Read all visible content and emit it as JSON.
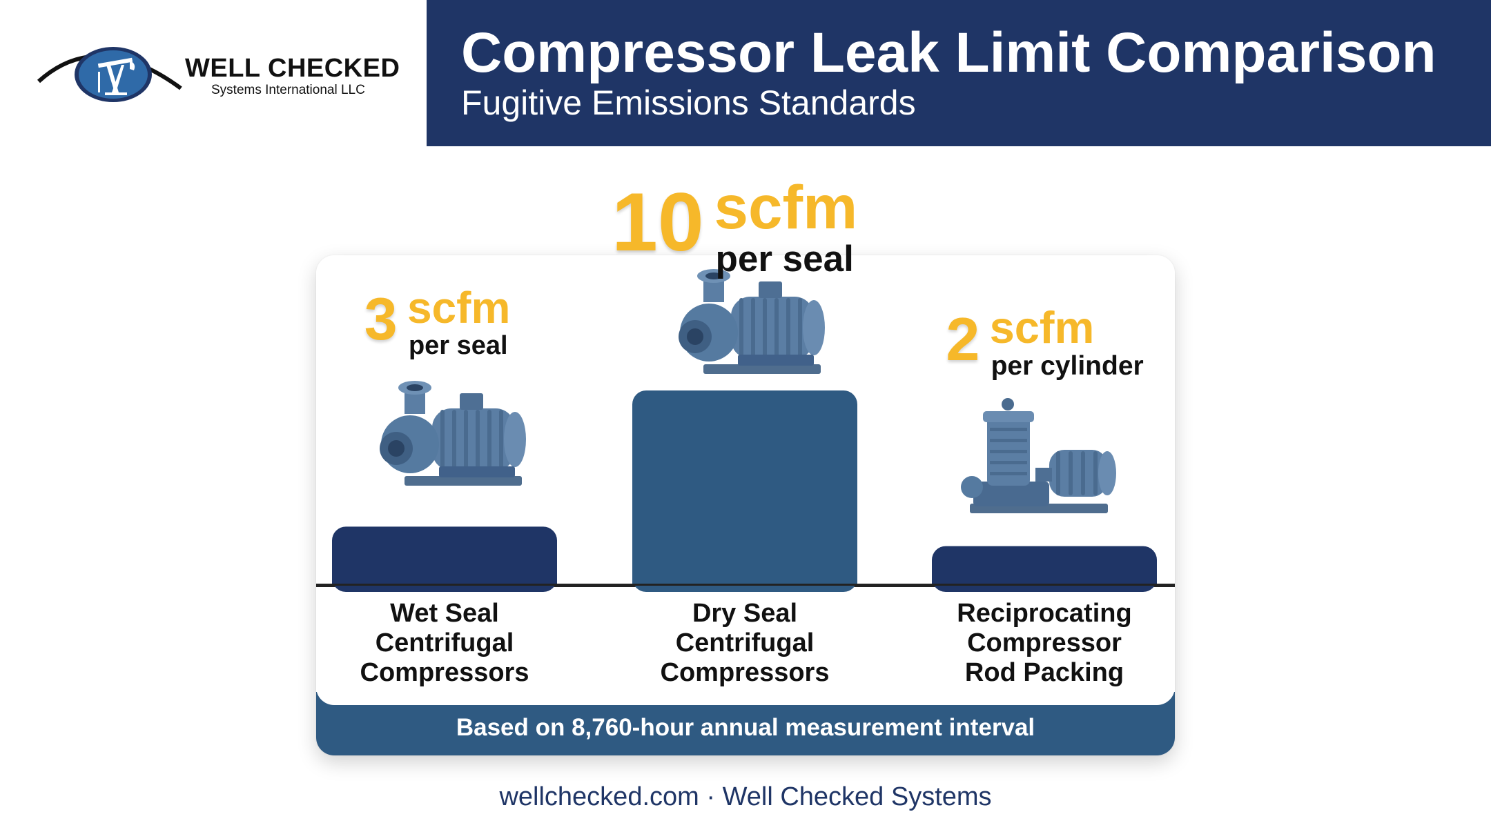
{
  "brand": {
    "name": "WELL CHECKED",
    "subtitle": "Systems International LLC"
  },
  "header": {
    "title": "Compressor Leak Limit Comparison",
    "subtitle": "Fugitive Emissions Standards"
  },
  "footnote": "Based on 8,760-hour annual measurement interval",
  "site_footer": "wellchecked.com · Well Checked Systems",
  "colors": {
    "navy": "#1f3566",
    "steel_blue": "#2f5a82",
    "gold": "#f6b82a"
  },
  "chart_data": {
    "type": "bar",
    "title": "Compressor Leak Limit Comparison",
    "subtitle": "Fugitive Emissions Standards",
    "categories": [
      "Wet Seal Centrifugal Compressors",
      "Dry Seal Centrifugal Compressors",
      "Reciprocating Compressor Rod Packing"
    ],
    "category_lines": [
      [
        "Wet Seal",
        "Centrifugal",
        "Compressors"
      ],
      [
        "Dry Seal",
        "Centrifugal",
        "Compressors"
      ],
      [
        "Reciprocating",
        "Compressor",
        "Rod Packing"
      ]
    ],
    "values": [
      3,
      10,
      2
    ],
    "value_labels": [
      "3",
      "10",
      "2"
    ],
    "units": [
      "scfm",
      "scfm",
      "scfm"
    ],
    "per": [
      "per seal",
      "per seal",
      "per cylinder"
    ],
    "bar_colors": [
      "#1f3566",
      "#2f5a82",
      "#1f3566"
    ],
    "icons": [
      "centrifugal-pump-icon",
      "centrifugal-pump-icon",
      "reciprocating-compressor-icon"
    ],
    "xlabel": "",
    "ylabel": "",
    "ylim": [
      0,
      10
    ],
    "grid": false,
    "legend": "none"
  }
}
